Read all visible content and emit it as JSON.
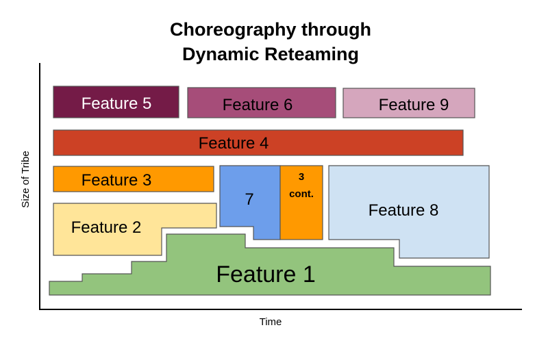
{
  "title": {
    "line1": "Choreography through",
    "line2": "Dynamic Reteaming"
  },
  "axes": {
    "x_label": "Time",
    "y_label": "Size of Tribe"
  },
  "features": {
    "f1": {
      "label": "Feature 1",
      "color": "#93c47d"
    },
    "f2": {
      "label": "Feature 2",
      "color": "#ffe599"
    },
    "f3": {
      "label": "Feature 3",
      "color": "#ff9900"
    },
    "f3cont": {
      "label_line1": "3",
      "label_line2": "cont.",
      "color": "#ff9900"
    },
    "f4": {
      "label": "Feature 4",
      "color": "#cc4125"
    },
    "f5": {
      "label": "Feature 5",
      "color": "#741b47"
    },
    "f6": {
      "label": "Feature 6",
      "color": "#a64d79"
    },
    "f7": {
      "label": "7",
      "color": "#6d9eeb"
    },
    "f8": {
      "label": "Feature 8",
      "color": "#cfe2f3"
    },
    "f9": {
      "label": "Feature 9",
      "color": "#d5a6bd"
    }
  }
}
